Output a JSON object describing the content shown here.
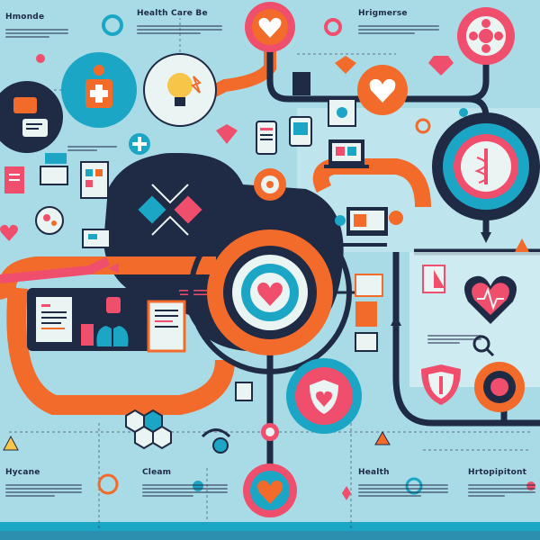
{
  "headings": {
    "top_left": "Hmonde",
    "top_center": "Health Care Be",
    "top_right": "Hrigmerse",
    "bottom_left": "Hycane",
    "bottom_center_left": "Cleam",
    "bottom_center_right": "Health",
    "bottom_right": "Hrtopipitont"
  },
  "colors": {
    "background": "#a9dbe6",
    "navy": "#1f2a44",
    "orange": "#f26b2a",
    "pink": "#ef4f6d",
    "teal": "#1aa6c4",
    "light": "#eaf4f3",
    "yellow": "#f7c548"
  },
  "icons": [
    "heart-icon",
    "cross-icon",
    "medical-kit-icon",
    "lightbulb-icon",
    "chat-bubble-icon",
    "clipboard-icon",
    "laptop-icon",
    "phone-icon",
    "bed-icon",
    "stethoscope-icon",
    "lungs-icon",
    "caduceus-icon",
    "gear-icon",
    "magnifier-icon",
    "shield-icon",
    "pill-icon",
    "molecule-icon",
    "gem-icon",
    "document-icon"
  ]
}
